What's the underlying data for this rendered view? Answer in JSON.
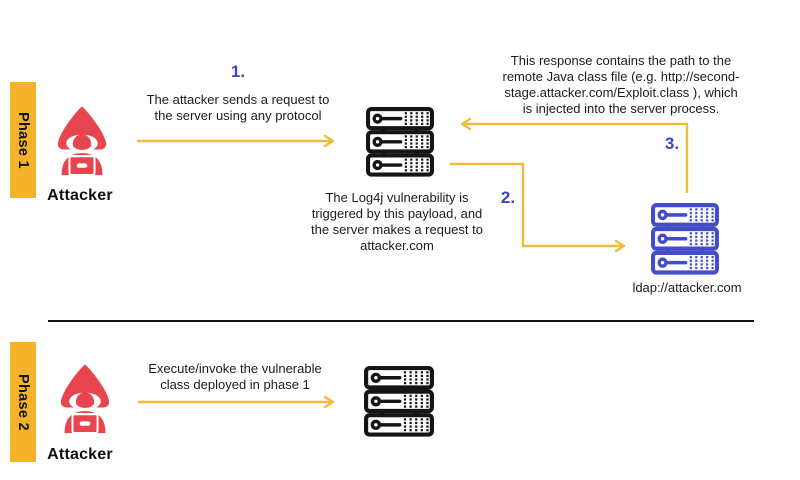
{
  "colors": {
    "phase_bar_yellow": "#F5B32B",
    "arrow_yellow": "#F0BC3C",
    "attacker_red": "#E8464E",
    "step_number_blue": "#3A46C7",
    "server_outline_black": "#151515",
    "server_outline_blue": "#434DC9"
  },
  "phase1": {
    "label": "Phase 1",
    "attacker_label": "Attacker",
    "steps": {
      "one": "1.",
      "two": "2.",
      "three": "3."
    },
    "request_caption": "The attacker sends a request to\nthe server using any protocol",
    "log4j_caption": "The Log4j vulnerability is\ntriggered by this payload, and\nthe server makes a request to\nattacker.com",
    "response_caption": "This response contains the path to the\nremote Java class file (e.g. http://second-\nstage.attacker.com/Exploit.class ), which\nis injected into the server process.",
    "ldap_server_label": "ldap://attacker.com"
  },
  "phase2": {
    "label": "Phase 2",
    "attacker_label": "Attacker",
    "execute_caption": "Execute/invoke the vulnerable\nclass deployed in phase 1"
  },
  "icons": {
    "attacker": "hooded-hacker-icon",
    "server": "server-rack-icon"
  }
}
